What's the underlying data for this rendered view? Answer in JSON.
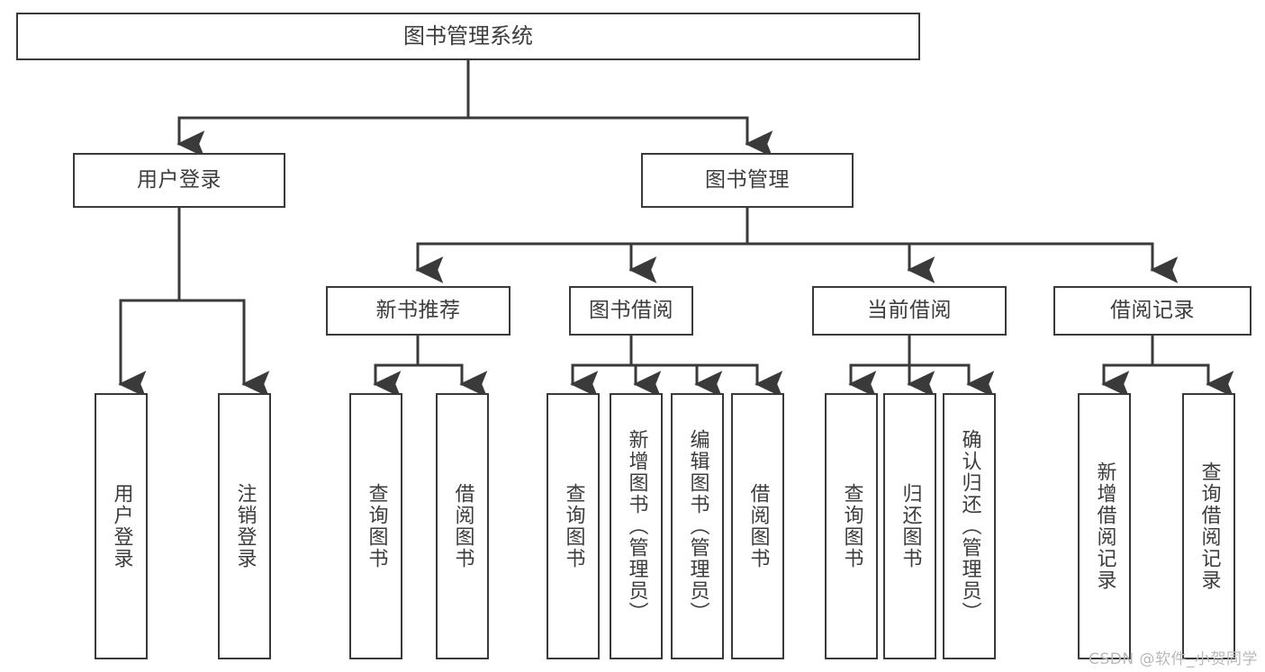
{
  "diagram": {
    "title": "图书管理系统",
    "type": "tree-hierarchy",
    "stroke_color": "#3a3a3a",
    "text_color": "#3d3d3d",
    "background_color": "#ffffff"
  },
  "nodes": {
    "root": {
      "label": "图书管理系统"
    },
    "level2": [
      {
        "label": "用户登录"
      },
      {
        "label": "图书管理"
      }
    ],
    "level3": [
      {
        "label": "新书推荐"
      },
      {
        "label": "图书借阅"
      },
      {
        "label": "当前借阅"
      },
      {
        "label": "借阅记录"
      }
    ],
    "leaves": {
      "user_login": [
        {
          "label": "用户登录"
        },
        {
          "label": "注销登录"
        }
      ],
      "new_book_recommend": [
        {
          "label": "查询图书"
        },
        {
          "label": "借阅图书"
        }
      ],
      "book_borrow": [
        {
          "label": "查询图书"
        },
        {
          "label": "新增图书（管理员）"
        },
        {
          "label": "编辑图书（管理员）"
        },
        {
          "label": "借阅图书"
        }
      ],
      "current_borrow": [
        {
          "label": "查询图书"
        },
        {
          "label": "归还图书"
        },
        {
          "label": "确认归还（管理员）"
        }
      ],
      "borrow_record": [
        {
          "label": "新增借阅记录"
        },
        {
          "label": "查询借阅记录"
        }
      ]
    }
  },
  "watermark": {
    "text": "CSDN @软件_小贺同学",
    "color": "#b9b9b9"
  }
}
